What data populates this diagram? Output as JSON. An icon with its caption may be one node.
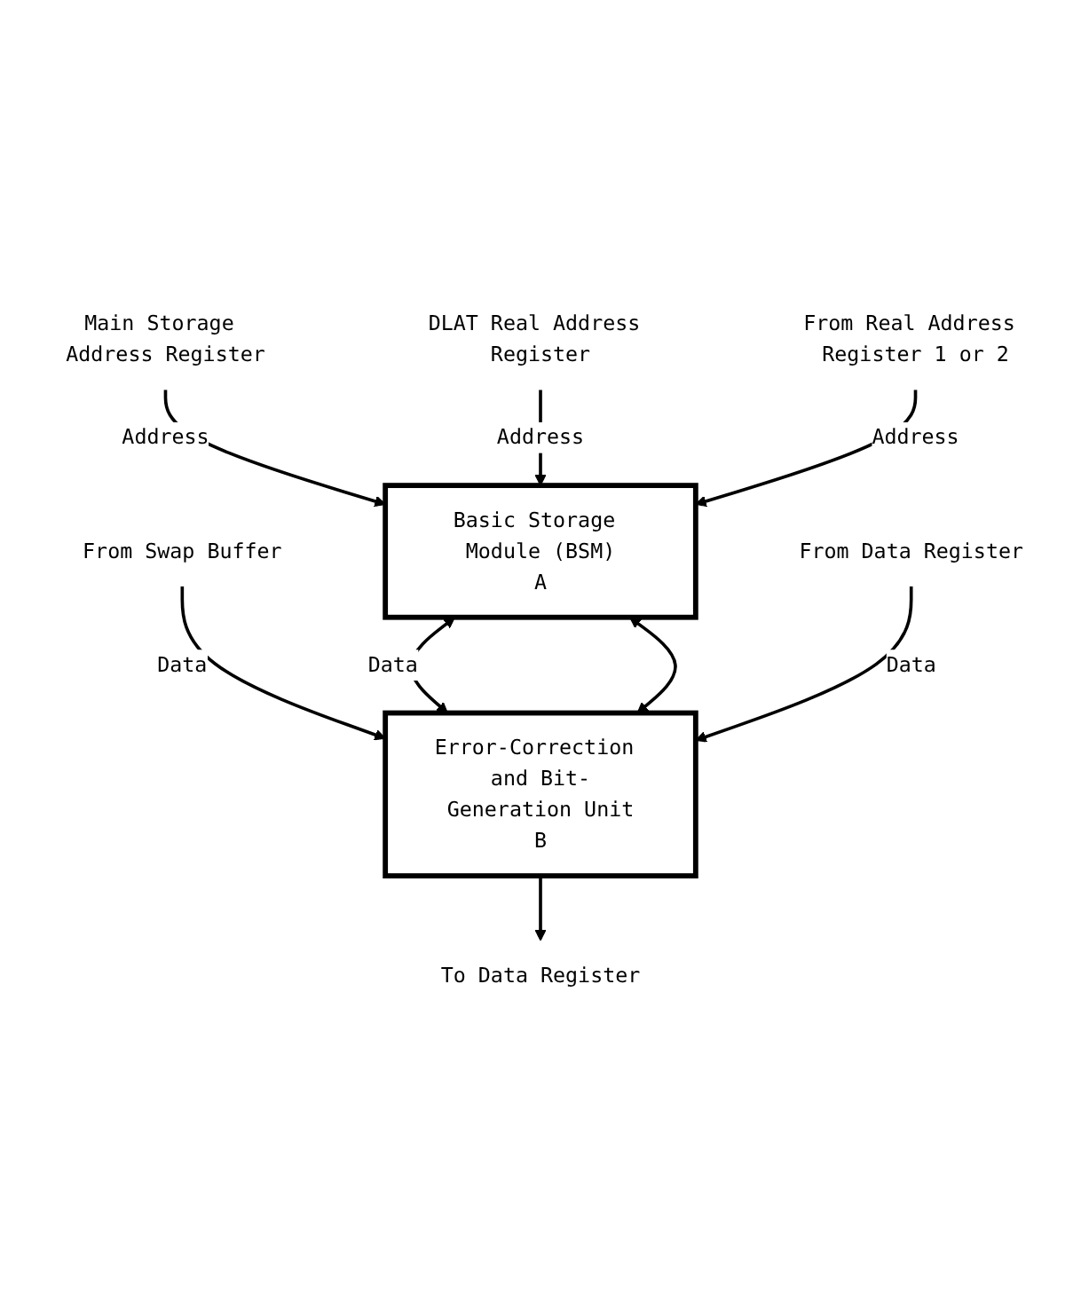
{
  "diagram": {
    "nodes": [
      {
        "text": [
          "Main Storage Address Register"
        ]
      },
      {
        "text": [
          "DLAT Real Address Register"
        ]
      },
      {
        "text": [
          "From Real Address Register 1 or 2"
        ]
      },
      {
        "text": [
          "Basic Storage Module (BSM)",
          "A"
        ]
      },
      {
        "text": [
          "Error-Correction and Bit-Generation Unit",
          "B"
        ]
      },
      {
        "text": [
          "From Swap Buffer"
        ]
      },
      {
        "text": [
          "From Data Register"
        ]
      },
      {
        "text": [
          "To Data Register"
        ]
      }
    ],
    "edges": [
      {
        "from": 0,
        "to": 3,
        "arrow": "to",
        "label": "Address"
      },
      {
        "from": 1,
        "to": 3,
        "arrow": "to",
        "label": "Address"
      },
      {
        "from": 2,
        "to": 3,
        "arrow": "to",
        "label": "Address"
      },
      {
        "from": 5,
        "to": 4,
        "arrow": "to",
        "label": "Data"
      },
      {
        "from": 3,
        "to": 4,
        "arrow": "both",
        "label": "Data"
      },
      {
        "from": 3,
        "to": 4,
        "arrow": "both"
      },
      {
        "from": 6,
        "to": 4,
        "arrow": "to",
        "label": "Data"
      },
      {
        "from": 4,
        "to": 7,
        "arrow": "to"
      }
    ]
  }
}
